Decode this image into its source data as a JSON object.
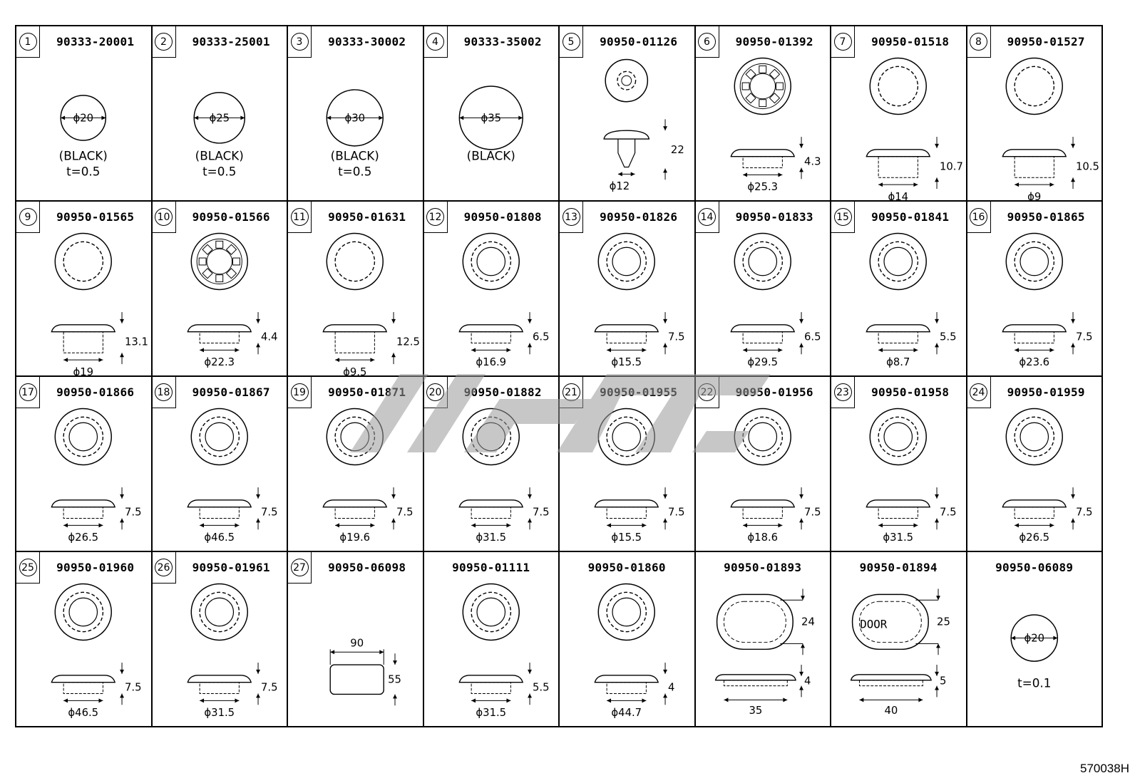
{
  "parts": [
    {
      "num": "1",
      "pn": "90333-20001",
      "type": "disc",
      "dims": [
        "ϕ20"
      ],
      "notes": [
        "(BLACK)",
        "t=0.5"
      ]
    },
    {
      "num": "2",
      "pn": "90333-25001",
      "type": "disc",
      "dims": [
        "ϕ25"
      ],
      "notes": [
        "(BLACK)",
        "t=0.5"
      ]
    },
    {
      "num": "3",
      "pn": "90333-30002",
      "type": "disc",
      "dims": [
        "ϕ30"
      ],
      "notes": [
        "(BLACK)",
        "t=0.5"
      ]
    },
    {
      "num": "4",
      "pn": "90333-35002",
      "type": "disc",
      "dims": [
        "ϕ35"
      ],
      "notes": [
        "(BLACK)"
      ]
    },
    {
      "num": "5",
      "pn": "90950-01126",
      "type": "plug",
      "dims": [
        "22",
        "ϕ12"
      ],
      "notes": []
    },
    {
      "num": "6",
      "pn": "90950-01392",
      "type": "gear",
      "dims": [
        "4.3",
        "ϕ25.3"
      ],
      "notes": []
    },
    {
      "num": "7",
      "pn": "90950-01518",
      "type": "cap",
      "dims": [
        "10.7",
        "ϕ14"
      ],
      "notes": []
    },
    {
      "num": "8",
      "pn": "90950-01527",
      "type": "cap",
      "dims": [
        "10.5",
        "ϕ9"
      ],
      "notes": []
    },
    {
      "num": "9",
      "pn": "90950-01565",
      "type": "cap",
      "dims": [
        "13.1",
        "ϕ19"
      ],
      "notes": []
    },
    {
      "num": "10",
      "pn": "90950-01566",
      "type": "gear",
      "dims": [
        "4.4",
        "ϕ22.3"
      ],
      "notes": []
    },
    {
      "num": "11",
      "pn": "90950-01631",
      "type": "cap",
      "dims": [
        "12.5",
        "ϕ9.5"
      ],
      "notes": []
    },
    {
      "num": "12",
      "pn": "90950-01808",
      "type": "grommet",
      "dims": [
        "6.5",
        "ϕ16.9"
      ],
      "notes": []
    },
    {
      "num": "13",
      "pn": "90950-01826",
      "type": "grommet",
      "dims": [
        "7.5",
        "ϕ15.5"
      ],
      "notes": []
    },
    {
      "num": "14",
      "pn": "90950-01833",
      "type": "grommet",
      "dims": [
        "6.5",
        "ϕ29.5"
      ],
      "notes": []
    },
    {
      "num": "15",
      "pn": "90950-01841",
      "type": "grommet",
      "dims": [
        "5.5",
        "ϕ8.7"
      ],
      "notes": []
    },
    {
      "num": "16",
      "pn": "90950-01865",
      "type": "grommet",
      "dims": [
        "7.5",
        "ϕ23.6"
      ],
      "notes": []
    },
    {
      "num": "17",
      "pn": "90950-01866",
      "type": "grommet",
      "dims": [
        "7.5",
        "ϕ26.5"
      ],
      "notes": []
    },
    {
      "num": "18",
      "pn": "90950-01867",
      "type": "grommet",
      "dims": [
        "7.5",
        "ϕ46.5"
      ],
      "notes": []
    },
    {
      "num": "19",
      "pn": "90950-01871",
      "type": "grommet",
      "dims": [
        "7.5",
        "ϕ19.6"
      ],
      "notes": []
    },
    {
      "num": "20",
      "pn": "90950-01882",
      "type": "grommet",
      "dims": [
        "7.5",
        "ϕ31.5"
      ],
      "notes": []
    },
    {
      "num": "21",
      "pn": "90950-01955",
      "type": "grommet",
      "dims": [
        "7.5",
        "ϕ15.5"
      ],
      "notes": []
    },
    {
      "num": "22",
      "pn": "90950-01956",
      "type": "grommet",
      "dims": [
        "7.5",
        "ϕ18.6"
      ],
      "notes": []
    },
    {
      "num": "23",
      "pn": "90950-01958",
      "type": "grommet",
      "dims": [
        "7.5",
        "ϕ31.5"
      ],
      "notes": []
    },
    {
      "num": "24",
      "pn": "90950-01959",
      "type": "grommet",
      "dims": [
        "7.5",
        "ϕ26.5"
      ],
      "notes": []
    },
    {
      "num": "25",
      "pn": "90950-01960",
      "type": "grommet",
      "dims": [
        "7.5",
        "ϕ46.5"
      ],
      "notes": []
    },
    {
      "num": "26",
      "pn": "90950-01961",
      "type": "grommet",
      "dims": [
        "7.5",
        "ϕ31.5"
      ],
      "notes": []
    },
    {
      "num": "27",
      "pn": "90950-06098",
      "type": "rect",
      "dims": [
        "90",
        "55"
      ],
      "notes": []
    },
    {
      "num": "",
      "pn": "90950-01111",
      "type": "grommet",
      "dims": [
        "5.5",
        "ϕ31.5"
      ],
      "notes": []
    },
    {
      "num": "",
      "pn": "90950-01860",
      "type": "grommet",
      "dims": [
        "4",
        "ϕ44.7"
      ],
      "notes": []
    },
    {
      "num": "",
      "pn": "90950-01893",
      "type": "oval",
      "dims": [
        "24",
        "4",
        "35"
      ],
      "notes": []
    },
    {
      "num": "",
      "pn": "90950-01894",
      "type": "oval",
      "dims": [
        "25",
        "5",
        "40"
      ],
      "notes": [
        "DOOR"
      ]
    },
    {
      "num": "",
      "pn": "90950-06089",
      "type": "disc",
      "dims": [
        "ϕ20"
      ],
      "notes": [
        "t=0.1"
      ]
    }
  ],
  "doc_id": "570038H",
  "colors": {
    "line": "#000000",
    "watermark": "#9a9a9a",
    "background": "#ffffff"
  }
}
